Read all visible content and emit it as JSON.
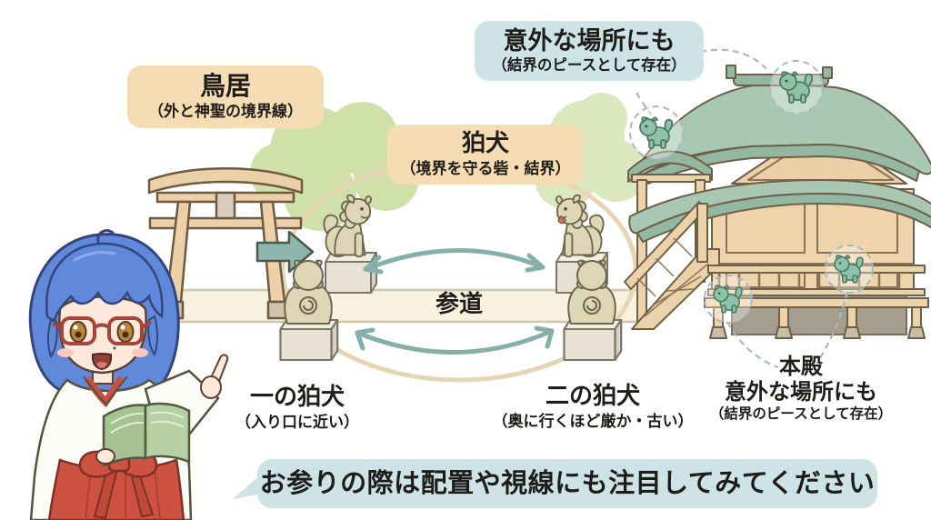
{
  "labels": {
    "torii": {
      "title": "鳥居",
      "subtitle": "（外と神聖の境界線）"
    },
    "unexpected_top": {
      "title": "意外な場所にも",
      "subtitle": "（結界のピースとして存在）"
    },
    "komainu": {
      "title": "狛犬",
      "subtitle": "（境界を守る砦・結界）"
    },
    "sando": {
      "title": "参道"
    },
    "first_komainu": {
      "title": "一の狛犬",
      "subtitle": "（入り口に近い）"
    },
    "second_komainu": {
      "title": "二の狛犬",
      "subtitle": "（奥に行くほど厳か・古い）"
    },
    "honden": {
      "title": "本殿",
      "line2": "意外な場所にも",
      "subtitle": "（結界のピースとして存在）"
    }
  },
  "speech_bubble": {
    "text": "お参りの際は配置や視線にも注目してみてください"
  },
  "colors": {
    "label_tan": "#f6dcb2",
    "label_blue": "#cde3e6",
    "direction_arrow_teal": "#8cb6ae",
    "gaze_arrow_teal": "#84b0a9",
    "roof_green": "#a9c8b4",
    "roof_edge_green": "#93b7a1",
    "wood_tan": "#ecd2a9",
    "statue_cream": "#ded6b4",
    "mini_komainu_teal": "#8fc2aa",
    "bush_green": "#cfe1a9",
    "path_cream": "#f7f1de",
    "boundary_arc_tan": "#e7d4b2",
    "dashed_line_grey": "#a9b8bc"
  }
}
